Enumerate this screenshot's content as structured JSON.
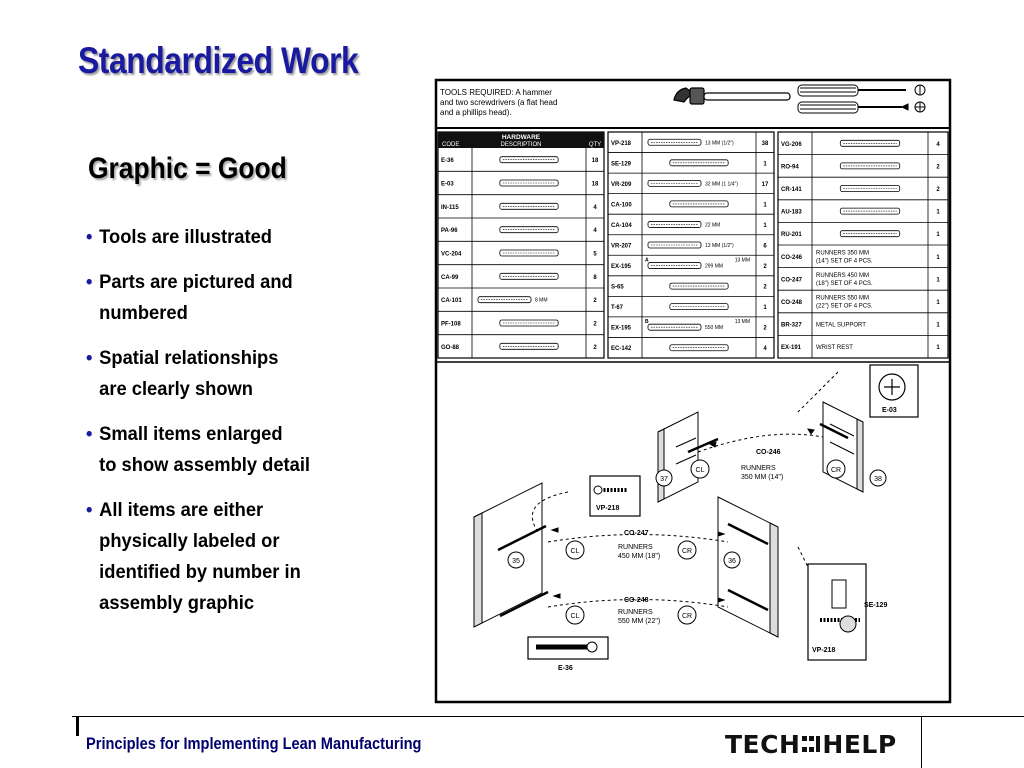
{
  "title": "Standardized Work",
  "subtitle": "Graphic = Good",
  "bullets": [
    "Tools are illustrated",
    "Parts are pictured and\nnumbered",
    "Spatial relationships\nare clearly shown",
    "Small items enlarged\nto show assembly detail",
    "All items are either\nphysically labeled or\nidentified by number in\nassembly graphic"
  ],
  "figure": {
    "tools_text": [
      "TOOLS REQUIRED:  A hammer",
      "and two screwdrivers (a flat head",
      "and a phillips head)."
    ],
    "hardware_header": "HARDWARE",
    "hardware_cols": [
      "CODE",
      "DESCRIPTION",
      "QTY"
    ],
    "col1": [
      {
        "code": "E-36",
        "qty": "18"
      },
      {
        "code": "E-03",
        "qty": "18"
      },
      {
        "code": "IN-115",
        "qty": "4"
      },
      {
        "code": "PA-96",
        "qty": "4"
      },
      {
        "code": "VC-204",
        "qty": "5"
      },
      {
        "code": "CA-99",
        "qty": "8"
      },
      {
        "code": "CA-101",
        "qty": "2",
        "note": "8 MM"
      },
      {
        "code": "PF-108",
        "qty": "2"
      },
      {
        "code": "GO-88",
        "qty": "2"
      }
    ],
    "col2": [
      {
        "code": "VP-218",
        "qty": "38",
        "note": "13 MM (1/2\")"
      },
      {
        "code": "SE-129",
        "qty": "1"
      },
      {
        "code": "VR-209",
        "qty": "17",
        "note": "32 MM (1 1/4\")"
      },
      {
        "code": "CA-100",
        "qty": "1"
      },
      {
        "code": "CA-104",
        "qty": "1",
        "note": "22 MM"
      },
      {
        "code": "VR-207",
        "qty": "6",
        "note": "13 MM (1/2\")"
      },
      {
        "code": "EX-195",
        "qty": "2",
        "note": "299 MM",
        "note2": "13 MM",
        "tag": "A"
      },
      {
        "code": "S-65",
        "qty": "2"
      },
      {
        "code": "T-67",
        "qty": "1"
      },
      {
        "code": "EX-195",
        "qty": "2",
        "note": "550 MM",
        "note2": "13 MM",
        "tag": "B"
      },
      {
        "code": "EC-142",
        "qty": "4"
      }
    ],
    "col3": [
      {
        "code": "VG-206",
        "qty": "4"
      },
      {
        "code": "RO-94",
        "qty": "2"
      },
      {
        "code": "CR-141",
        "qty": "2"
      },
      {
        "code": "AU-183",
        "qty": "1"
      },
      {
        "code": "RU-201",
        "qty": "1"
      },
      {
        "code": "CO-246",
        "qty": "1",
        "desc": [
          "RUNNERS 350 MM",
          "(14\") SET OF 4 PCS."
        ]
      },
      {
        "code": "CO-247",
        "qty": "1",
        "desc": [
          "RUNNERS 450 MM",
          "(18\") SET OF 4 PCS."
        ]
      },
      {
        "code": "CO-248",
        "qty": "1",
        "desc": [
          "RUNNERS 550 MM",
          "(22\") SET OF 4 PCS."
        ]
      },
      {
        "code": "BR-327",
        "qty": "1",
        "desc": [
          "METAL SUPPORT"
        ]
      },
      {
        "code": "EX-191",
        "qty": "1",
        "desc": [
          "WRIST REST"
        ]
      }
    ],
    "callouts": {
      "e03": "E-03",
      "vp218a": "VP-218",
      "vp218b": "VP-218",
      "se129": "SE-129",
      "e36": "E-36",
      "co246": "CO-246",
      "co247": "CO-247",
      "co248": "CO-248",
      "runners350": [
        "RUNNERS",
        "350 MM (14\")"
      ],
      "runners450": [
        "RUNNERS",
        "450 MM (18\")"
      ],
      "runners550": [
        "RUNNERS",
        "550 MM (22\")"
      ],
      "cl": "CL",
      "cr": "CR",
      "n35": "35",
      "n36": "36",
      "n37": "37",
      "n38": "38"
    }
  },
  "footer": {
    "text": "Principles for Implementing Lean Manufacturing",
    "logo_left": "TECH",
    "logo_right": "HELP"
  },
  "colors": {
    "title": "#1a1aa0",
    "footer_text": "#00006e",
    "bullet_dot": "#1a1aa0"
  }
}
